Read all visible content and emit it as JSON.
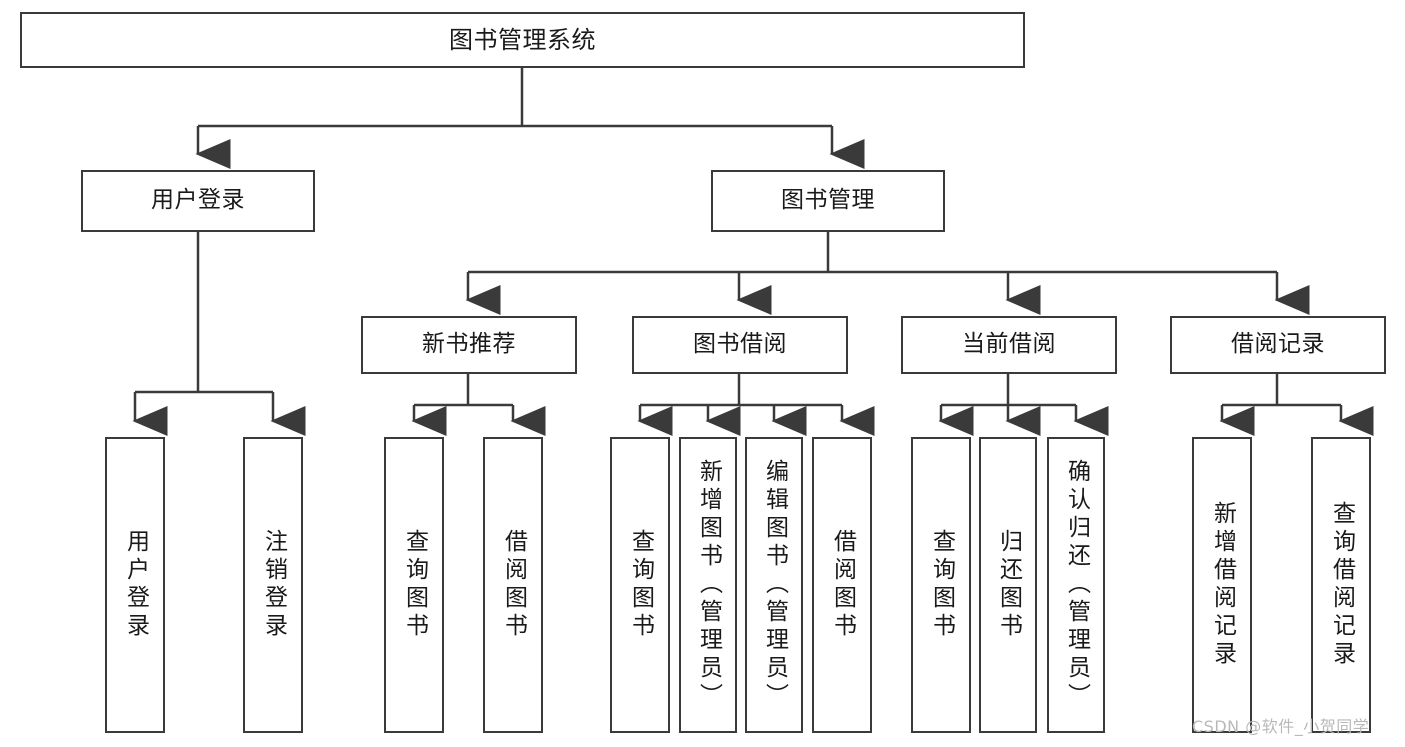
{
  "diagram": {
    "title": "图书管理系统",
    "type": "tree-hierarchy",
    "orientation": "top-down",
    "line_color": "#3a3a3a",
    "box_fill": "#ffffff",
    "text_color": "#1a1a1a"
  },
  "nodes": {
    "root": {
      "label": "图书管理系统",
      "level": 1
    },
    "level2": [
      {
        "id": "user-login",
        "label": "用户登录"
      },
      {
        "id": "book-manage",
        "label": "图书管理"
      }
    ],
    "level3": [
      {
        "id": "new-book-recommend",
        "label": "新书推荐"
      },
      {
        "id": "book-borrow",
        "label": "图书借阅"
      },
      {
        "id": "current-borrow",
        "label": "当前借阅"
      },
      {
        "id": "borrow-record",
        "label": "借阅记录"
      }
    ],
    "leaves": {
      "user_login": [
        {
          "id": "leaf-user-login",
          "label": "用户登录"
        },
        {
          "id": "leaf-logout-login",
          "label": "注销登录"
        }
      ],
      "new_book_recommend": [
        {
          "id": "leaf-query-book-1",
          "label": "查询图书"
        },
        {
          "id": "leaf-borrow-book-1",
          "label": "借阅图书"
        }
      ],
      "book_borrow": [
        {
          "id": "leaf-query-book-2",
          "label": "查询图书"
        },
        {
          "id": "leaf-add-book",
          "label": "新增图书（管理员）"
        },
        {
          "id": "leaf-edit-book",
          "label": "编辑图书（管理员）"
        },
        {
          "id": "leaf-borrow-book-2",
          "label": "借阅图书"
        }
      ],
      "current_borrow": [
        {
          "id": "leaf-query-book-3",
          "label": "查询图书"
        },
        {
          "id": "leaf-return-book",
          "label": "归还图书"
        },
        {
          "id": "leaf-confirm-return",
          "label": "确认归还（管理员）"
        }
      ],
      "borrow_record": [
        {
          "id": "leaf-add-borrow-record",
          "label": "新增借阅记录"
        },
        {
          "id": "leaf-query-borrow-record",
          "label": "查询借阅记录"
        }
      ]
    }
  },
  "watermark": {
    "text": "CSDN @软件_小贺同学"
  }
}
